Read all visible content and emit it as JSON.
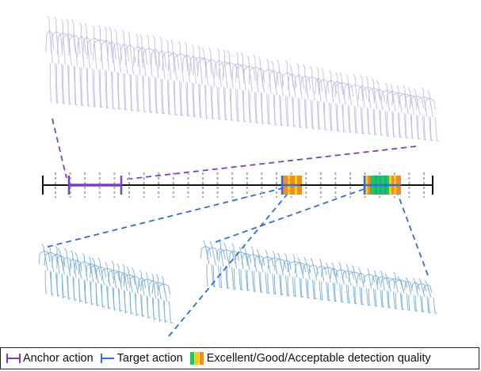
{
  "colors": {
    "anchor": "#7b3fc4",
    "anchor_light": "#c9bde6",
    "target": "#2f6fd1",
    "target_light": "#7fb0dc",
    "timeline": "#111111",
    "tick": "#aaaaaa",
    "excellent": "#22c55e",
    "good": "#facc15",
    "acceptable": "#f28c28",
    "mixed": "#1aaa9a"
  },
  "legend": {
    "anchor_label": "Anchor action",
    "target_label": "Target action",
    "quality_label": "Excellent/Good/Acceptable detection quality"
  }
}
